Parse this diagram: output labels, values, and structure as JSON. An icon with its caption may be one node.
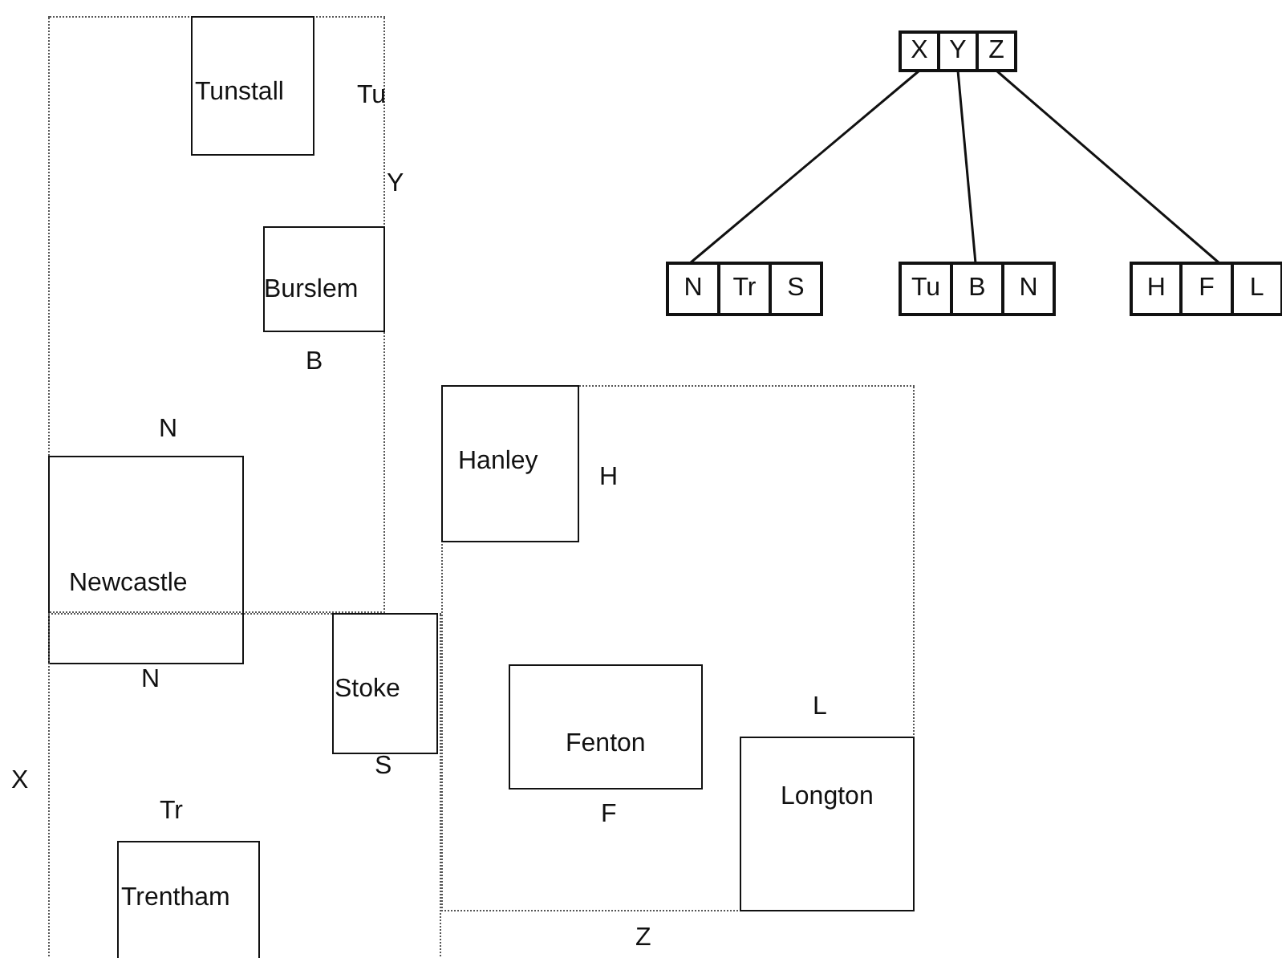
{
  "diagram": {
    "nodes": [
      {
        "text": [
          "Y"
        ]
      },
      {
        "text": [
          "Tunstall"
        ],
        "in": 0,
        "beside": [
          "Tu"
        ]
      },
      {
        "text": [
          "Burslem"
        ],
        "in": 0,
        "beside": [
          "B"
        ]
      },
      {
        "text": [
          "Newcastle"
        ],
        "beside": [
          "N",
          "N"
        ]
      },
      {
        "text": [
          "X"
        ]
      },
      {
        "text": [
          "Stoke"
        ],
        "in": 4,
        "beside": [
          "S"
        ]
      },
      {
        "text": [
          "Trentham"
        ],
        "in": 4,
        "beside": [
          "Tr"
        ]
      },
      {
        "text": [
          "Z"
        ]
      },
      {
        "text": [
          "Hanley"
        ],
        "in": 7,
        "beside": [
          "H"
        ]
      },
      {
        "text": [
          "Fenton"
        ],
        "in": 7,
        "beside": [
          "F"
        ]
      },
      {
        "text": [
          "Longton"
        ],
        "in": 7,
        "beside": [
          "L"
        ]
      },
      {
        "text": [],
        "shape": "box"
      },
      {
        "text": [
          "X"
        ],
        "in": 11
      },
      {
        "text": [
          "Y"
        ],
        "in": 11
      },
      {
        "text": [
          "Z"
        ],
        "in": 11
      },
      {
        "text": [],
        "shape": "box"
      },
      {
        "text": [
          "N"
        ],
        "in": 15
      },
      {
        "text": [
          "Tr"
        ],
        "in": 15
      },
      {
        "text": [
          "S"
        ],
        "in": 15
      },
      {
        "text": [],
        "shape": "box"
      },
      {
        "text": [
          "Tu"
        ],
        "in": 19
      },
      {
        "text": [
          "B"
        ],
        "in": 19
      },
      {
        "text": [
          "N"
        ],
        "in": 19
      },
      {
        "text": [],
        "shape": "box"
      },
      {
        "text": [
          "H"
        ],
        "in": 23
      },
      {
        "text": [
          "F"
        ],
        "in": 23
      },
      {
        "text": [
          "L"
        ],
        "in": 23
      }
    ],
    "edges": [
      {
        "from": 12,
        "to": 15,
        "arrow": "none"
      },
      {
        "from": 13,
        "to": 19,
        "arrow": "none"
      },
      {
        "from": 14,
        "to": 23,
        "arrow": "none"
      }
    ]
  }
}
